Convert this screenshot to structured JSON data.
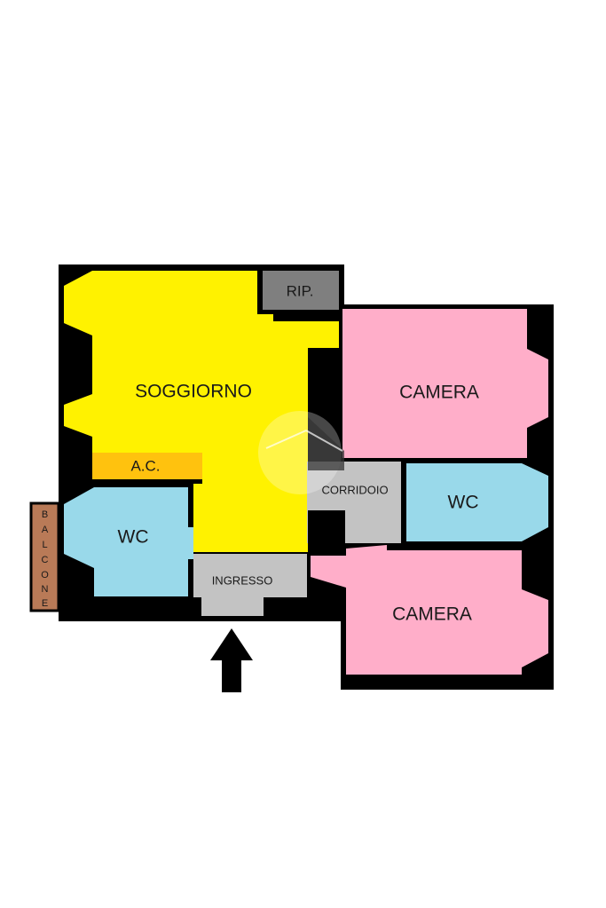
{
  "rooms": {
    "soggiorno": "SOGGIORNO",
    "ripostiglio": "RIP.",
    "armadio": "A.C.",
    "wc_left": "WC",
    "ingresso": "INGRESSO",
    "corridoio": "CORRIDOIO",
    "camera_top": "CAMERA",
    "wc_right": "WC",
    "camera_bottom": "CAMERA",
    "balcone": [
      "B",
      "A",
      "L",
      "C",
      "O",
      "N",
      "E"
    ]
  },
  "colors": {
    "wall": "#000000",
    "soggiorno": "#fff200",
    "ripostiglio": "#7f7f7f",
    "armadio": "#ffc20e",
    "wc": "#99d9ea",
    "ingresso": "#c3c3c3",
    "corridoio": "#c3c3c3",
    "camera": "#ffaec9",
    "balcone": "#b97a57"
  },
  "entrance_arrow_icon": "arrow-up-icon"
}
